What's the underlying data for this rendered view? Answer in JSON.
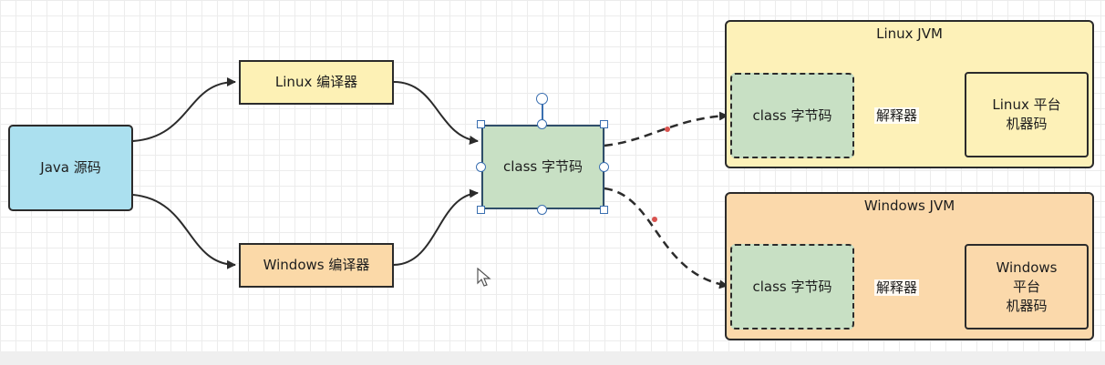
{
  "nodes": {
    "java_source": "Java 源码",
    "linux_compiler": "Linux 编译器",
    "windows_compiler": "Windows 编译器",
    "class_bytecode": "class 字节码",
    "linux_jvm": {
      "title": "Linux JVM",
      "bytecode": "class 字节码",
      "interpreter": "解释器",
      "machine_code_line1": "Linux 平台",
      "machine_code_line2": "机器码"
    },
    "windows_jvm": {
      "title": "Windows JVM",
      "bytecode": "class 字节码",
      "interpreter": "解释器",
      "machine_code_line1": "Windows",
      "machine_code_line2": "平台",
      "machine_code_line3": "机器码"
    }
  },
  "colors": {
    "java_source_fill": "#abe0ef",
    "linux_fill": "#fdf1b8",
    "windows_fill": "#fbd9ab",
    "bytecode_fill": "#c8e0c4",
    "selection_handle": "#3a6fb0",
    "waypoint": "#d9534f"
  },
  "icons": {
    "cursor": "mouse-pointer-icon"
  }
}
